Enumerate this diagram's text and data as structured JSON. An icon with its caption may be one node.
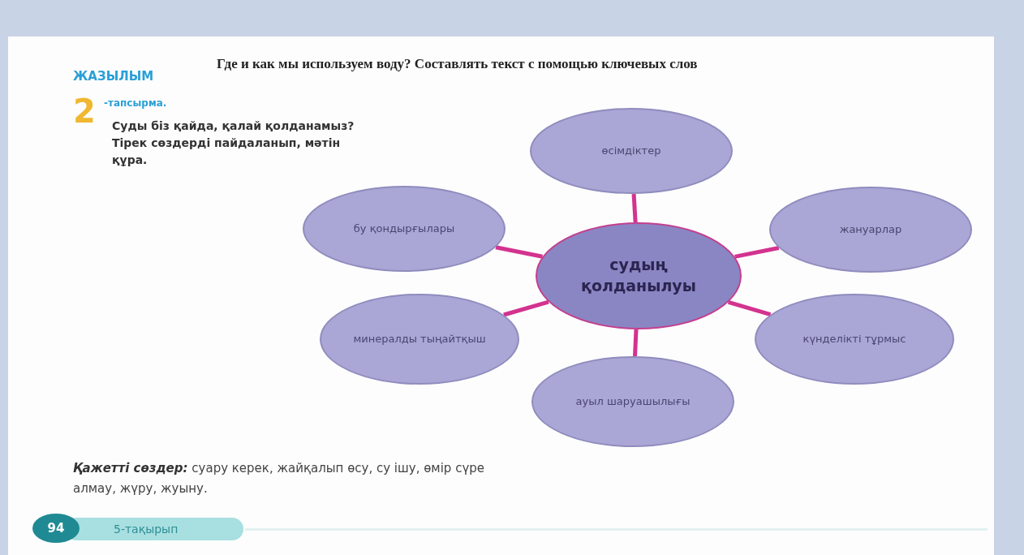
{
  "diagram": {
    "title": "Где и как мы используем воду? Составлять текст с помощью ключевых слов",
    "nodes": [
      {
        "text": [
          "судың қолданылуы"
        ]
      },
      {
        "text": [
          "өсімдіктер"
        ]
      },
      {
        "text": [
          "жануарлар"
        ]
      },
      {
        "text": [
          "күнделікті тұрмыс"
        ]
      },
      {
        "text": [
          "ауыл шаруашылығы"
        ]
      },
      {
        "text": [
          "минералды тыңайтқыш"
        ]
      },
      {
        "text": [
          "бу қондырғылары"
        ]
      }
    ],
    "edges": [
      {
        "from": 0,
        "to": 1,
        "arrow": "none"
      },
      {
        "from": 0,
        "to": 2,
        "arrow": "none"
      },
      {
        "from": 0,
        "to": 3,
        "arrow": "none"
      },
      {
        "from": 0,
        "to": 4,
        "arrow": "none"
      },
      {
        "from": 0,
        "to": 5,
        "arrow": "none"
      },
      {
        "from": 0,
        "to": 6,
        "arrow": "none"
      }
    ],
    "labels": [
      "ЖАЗЫЛЫМ",
      "2",
      "-тапсырма.",
      "Суды біз қайда, қалай қолданамыз? Тірек сөздерді пайдаланып, мәтін құра.",
      "**Қажетті сөздер:** суару керек, жайқалып өсу, су ішу, өмір сүре алмау, жүру, жуыну.",
      "94",
      "5-тақырып"
    ]
  }
}
